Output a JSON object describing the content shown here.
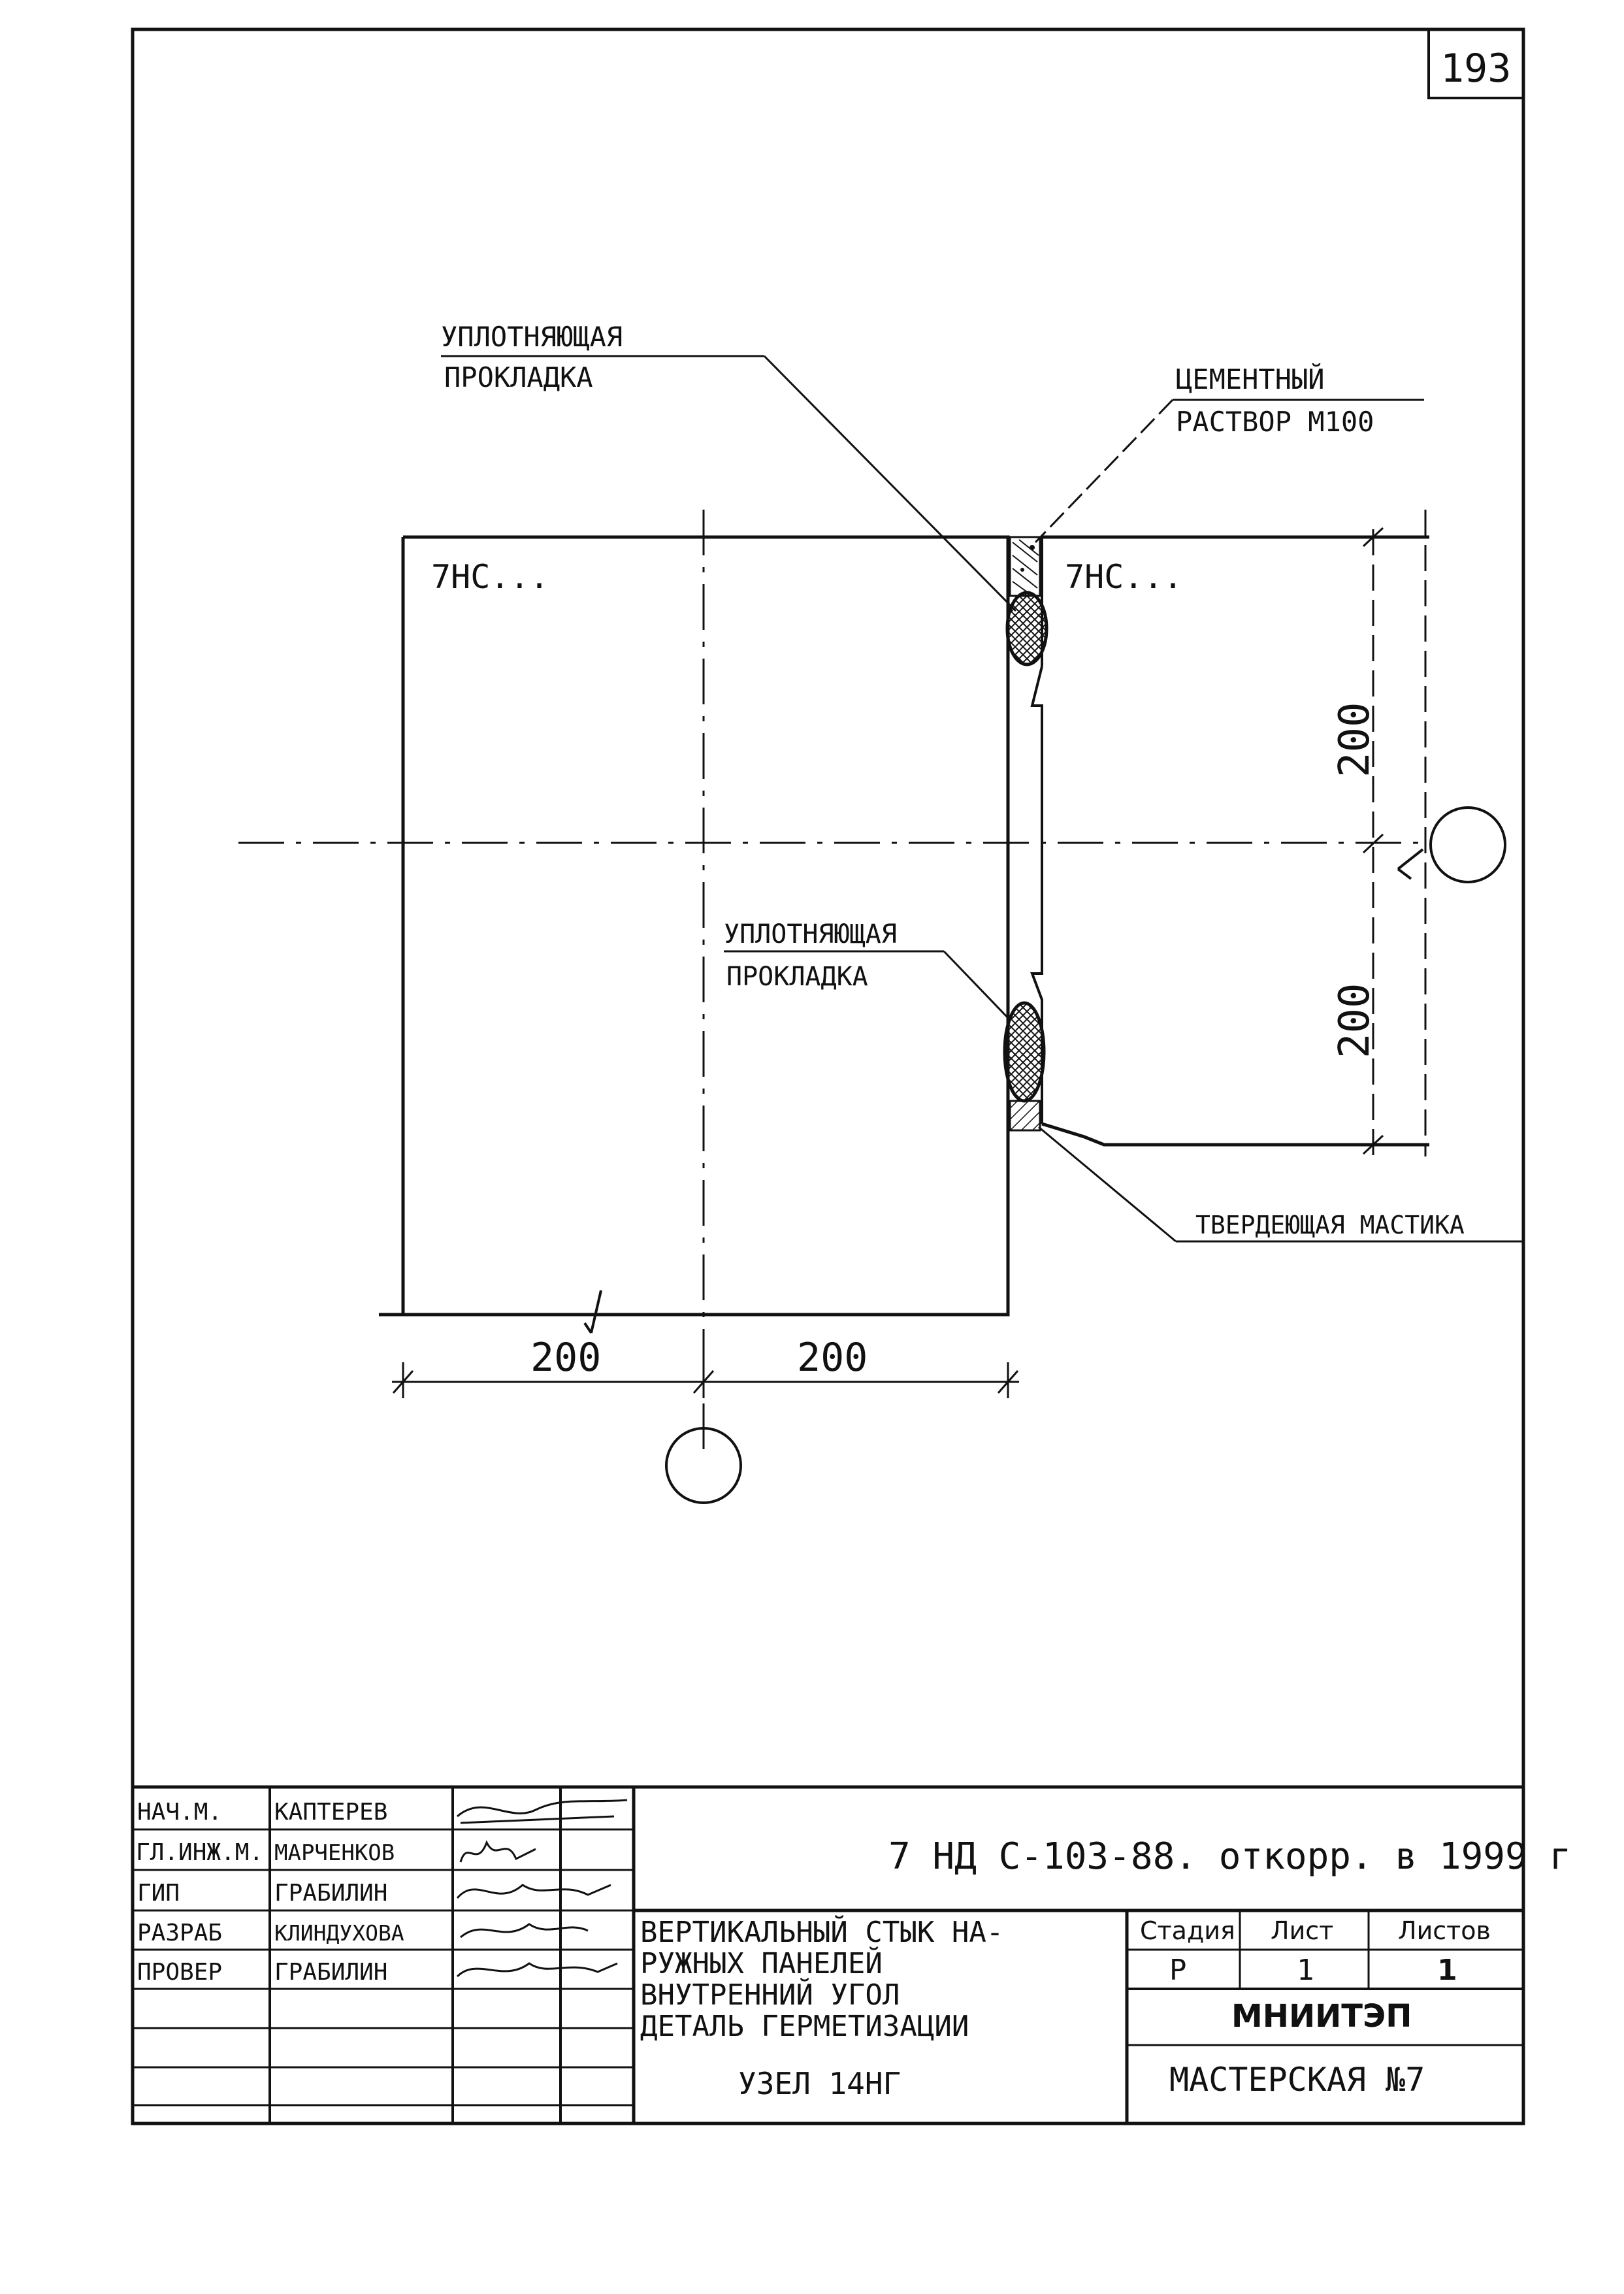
{
  "sheet_number": "193",
  "drawing": {
    "callouts": {
      "seal_top_line1": "УПЛОТНЯЮЩАЯ",
      "seal_top_line2": "ПРОКЛАДКА",
      "mortar_line1": "ЦЕМЕНТНЫЙ",
      "mortar_line2": "РАСТВОР М100",
      "seal_mid_line1": "УПЛОТНЯЮЩАЯ",
      "seal_mid_line2": "ПРОКЛАДКА",
      "mastic": "ТВЕРДЕЮЩАЯ МАСТИКА"
    },
    "panel_labels": {
      "left": "7НС...",
      "right": "7НС..."
    },
    "dimensions": {
      "vertical_upper": "200",
      "vertical_lower": "200",
      "horizontal_left": "200",
      "horizontal_right": "200"
    }
  },
  "title_block": {
    "roles": [
      "НАЧ.М.",
      "ГЛ.ИНЖ.М.",
      "ГИП",
      "РАЗРАБ",
      "ПРОВЕР"
    ],
    "names": [
      "КАПТЕРЕВ",
      "МАРЧЕНКОВ",
      "ГРАБИЛИН",
      "КЛИНДУХОВА",
      "ГРАБИЛИН"
    ],
    "designation": "7 НД С-103-88. откорр. в 1999 г",
    "description": [
      "ВЕРТИКАЛЬНЫЙ СТЫК НА-",
      "РУЖНЫХ ПАНЕЛЕЙ",
      "ВНУТРЕННИЙ УГОЛ",
      "ДЕТАЛЬ ГЕРМЕТИЗАЦИИ",
      "УЗЕЛ 14НГ"
    ],
    "stage_header": "Стадия",
    "sheet_header": "Лист",
    "sheets_header": "Листов",
    "stage_value": "Р",
    "sheet_value": "1",
    "sheets_value": "1",
    "organization": "МНИИТЭП",
    "workshop": "МАСТЕРСКАЯ №7"
  }
}
